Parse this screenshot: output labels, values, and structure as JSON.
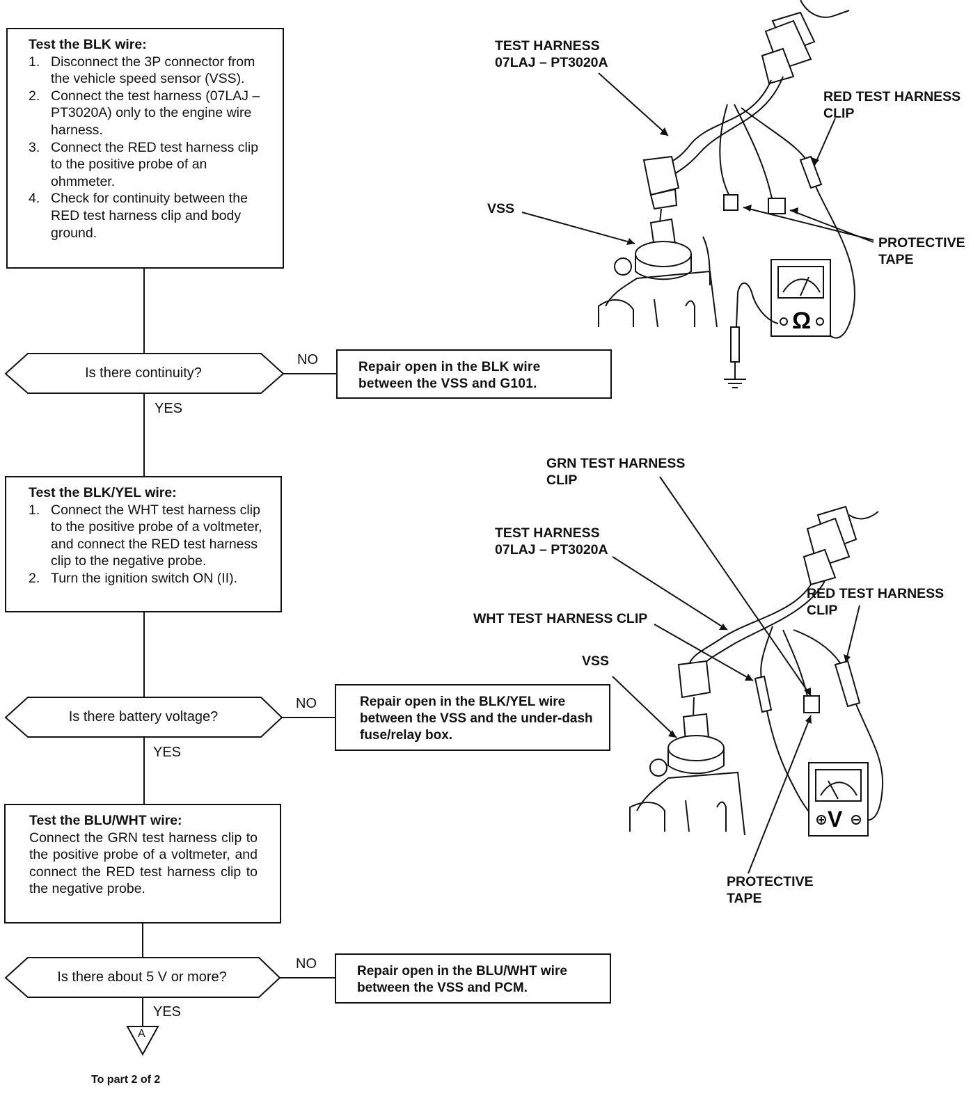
{
  "flowchart": {
    "box1": {
      "title": "Test the BLK wire:",
      "steps": [
        {
          "num": "1.",
          "text": "Disconnect the 3P connector from the vehicle speed sensor (VSS)."
        },
        {
          "num": "2.",
          "text": "Connect the test harness (07LAJ – PT3020A) only to the engine wire harness."
        },
        {
          "num": "3.",
          "text": "Connect the RED test harness clip to the positive probe of an ohmmeter."
        },
        {
          "num": "4.",
          "text": "Check for continuity between the RED test harness clip and body ground."
        }
      ]
    },
    "decision1": {
      "question": "Is there continuity?",
      "no": "NO",
      "yes": "YES",
      "no_action": "Repair open in the BLK wire between the VSS and G101."
    },
    "box2": {
      "title": "Test the BLK/YEL wire:",
      "steps": [
        {
          "num": "1.",
          "text": "Connect the WHT test harness clip to the positive probe of a voltmeter, and connect the RED test harness clip to the negative probe."
        },
        {
          "num": "2.",
          "text": "Turn the ignition switch ON (II)."
        }
      ]
    },
    "decision2": {
      "question": "Is there battery voltage?",
      "no": "NO",
      "yes": "YES",
      "no_action": "Repair open in the BLK/YEL wire between the VSS and the under-dash fuse/relay box."
    },
    "box3": {
      "title": "Test the BLU/WHT wire:",
      "text": "Connect the GRN test harness clip to the positive probe of a voltmeter, and connect the RED test harness clip to the negative probe."
    },
    "decision3": {
      "question": "Is there about 5 V or more?",
      "no": "NO",
      "yes": "YES",
      "no_action": "Repair open in the BLU/WHT wire between the VSS and PCM."
    },
    "connector": {
      "letter": "A",
      "caption": "To part 2 of 2"
    }
  },
  "illustration1": {
    "test_harness": [
      "TEST HARNESS",
      "07LAJ – PT3020A"
    ],
    "red_clip": [
      "RED TEST HARNESS",
      "CLIP"
    ],
    "vss": "VSS",
    "protective_tape": [
      "PROTECTIVE",
      "TAPE"
    ],
    "meter_symbol": "Ω"
  },
  "illustration2": {
    "grn_clip": [
      "GRN TEST HARNESS",
      "CLIP"
    ],
    "test_harness": [
      "TEST HARNESS",
      "07LAJ – PT3020A"
    ],
    "red_clip": [
      "RED TEST HARNESS",
      "CLIP"
    ],
    "wht_clip": "WHT TEST HARNESS CLIP",
    "vss": "VSS",
    "protective_tape": [
      "PROTECTIVE",
      "TAPE"
    ],
    "meter_symbol": "V"
  }
}
